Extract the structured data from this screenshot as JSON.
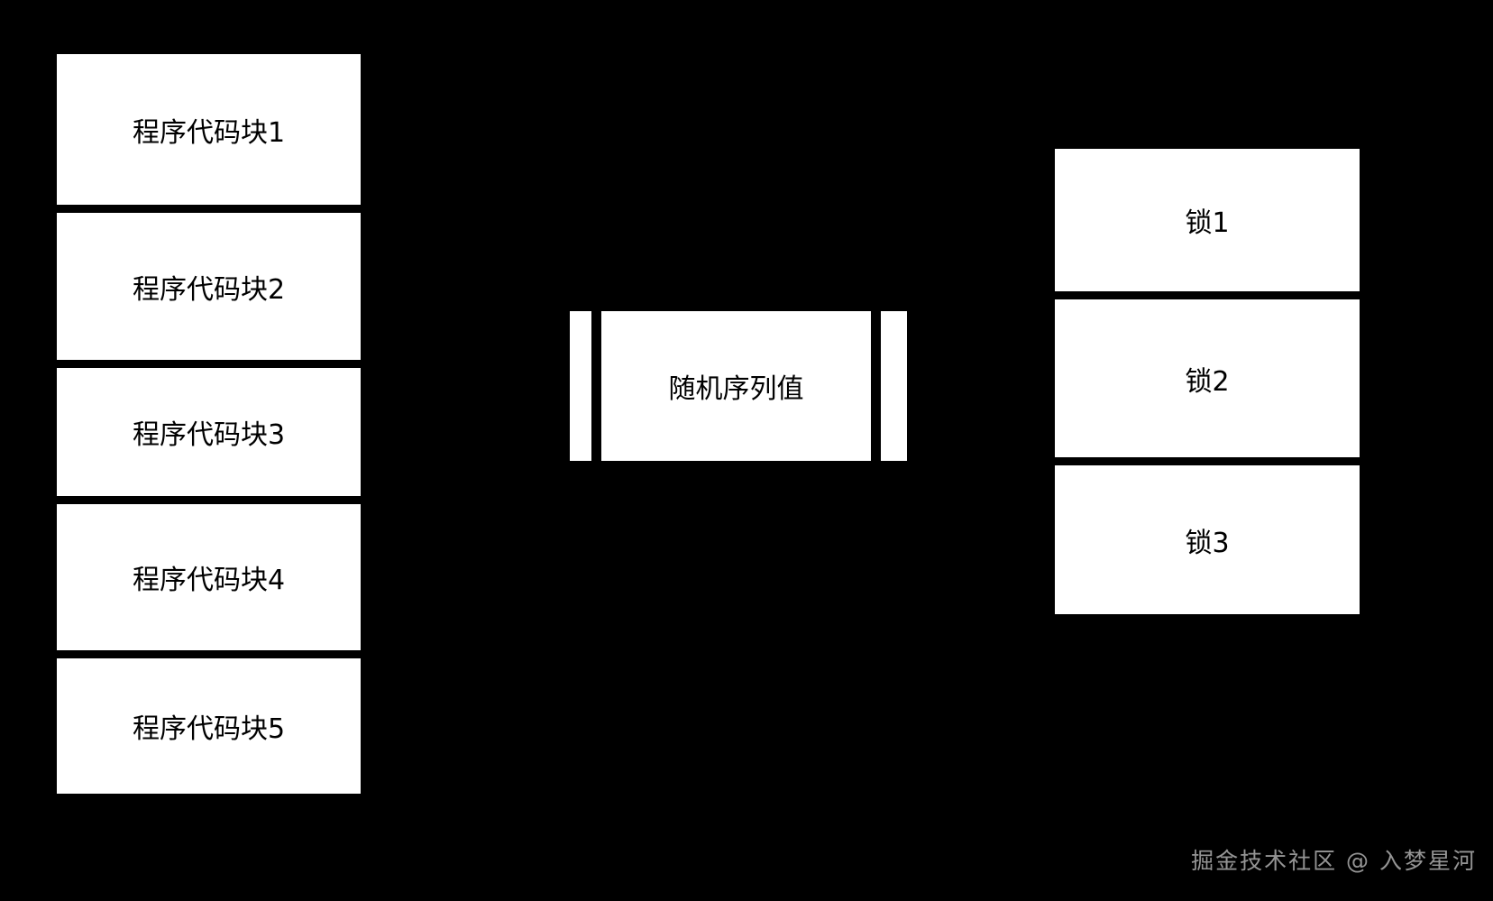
{
  "background_color": "#000000",
  "box_fill_color": "#ffffff",
  "stroke_color": "#000000",
  "left_stack": {
    "name": "program-code-blocks",
    "blocks": [
      {
        "label": "程序代码块1"
      },
      {
        "label": "程序代码块2"
      },
      {
        "label": "程序代码块3"
      },
      {
        "label": "程序代码块4"
      },
      {
        "label": "程序代码块5"
      }
    ]
  },
  "middle": {
    "name": "random-sequence-value",
    "label": "随机序列值",
    "left_bar_label": "",
    "right_bar_label": ""
  },
  "right_stack": {
    "name": "locks",
    "blocks": [
      {
        "label": "锁1"
      },
      {
        "label": "锁2"
      },
      {
        "label": "锁3"
      }
    ]
  },
  "watermark": {
    "text": "掘金技术社区 @ 入梦星河"
  }
}
